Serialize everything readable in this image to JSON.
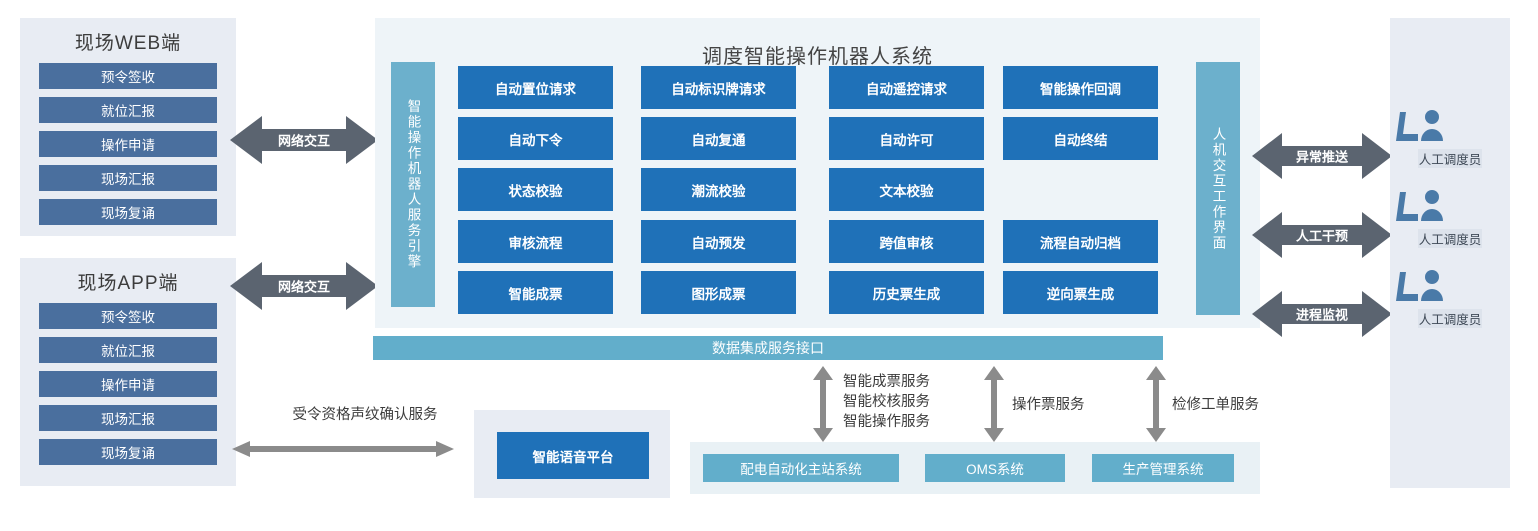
{
  "diagram": {
    "title": "调度智能操作机器人系统",
    "colors": {
      "card_blue": "#1f71b8",
      "sidebar_blue": "#4a6f9e",
      "teal": "#62aecb",
      "vbar_teal": "#6cb0cc",
      "panel_grey": "#e8ecf3",
      "sys_panel": "#eef4f8",
      "arrow_grey": "#5b6470",
      "thin_arrow_grey": "#8b8b8b",
      "person_blue": "#4a7aa8"
    }
  },
  "web_client": {
    "title": "现场WEB端",
    "items": [
      {
        "label": "预令签收"
      },
      {
        "label": "就位汇报"
      },
      {
        "label": "操作申请"
      },
      {
        "label": "现场汇报"
      },
      {
        "label": "现场复诵"
      }
    ]
  },
  "app_client": {
    "title": "现场APP端",
    "items": [
      {
        "label": "预令签收"
      },
      {
        "label": "就位汇报"
      },
      {
        "label": "操作申请"
      },
      {
        "label": "现场汇报"
      },
      {
        "label": "现场复诵"
      }
    ]
  },
  "network_arrows": [
    {
      "label": "网络交互"
    },
    {
      "label": "网络交互"
    }
  ],
  "engine_bar": {
    "label": "智能操作机器人服务引擎"
  },
  "hmi_bar": {
    "label": "人机交互工作界面"
  },
  "capability_grid": {
    "rows": [
      {
        "cells": [
          {
            "label": "自动置位请求"
          },
          {
            "label": "自动标识牌请求"
          },
          {
            "label": "自动遥控请求"
          },
          {
            "label": "智能操作回调"
          }
        ]
      },
      {
        "cells": [
          {
            "label": "自动下令"
          },
          {
            "label": "自动复通"
          },
          {
            "label": "自动许可"
          },
          {
            "label": "自动终结"
          }
        ]
      },
      {
        "cells": [
          {
            "label": "状态校验"
          },
          {
            "label": "潮流校验"
          },
          {
            "label": "文本校验"
          },
          {
            "label": ""
          }
        ]
      },
      {
        "cells": [
          {
            "label": "审核流程"
          },
          {
            "label": "自动预发"
          },
          {
            "label": "跨值审核"
          },
          {
            "label": "流程自动归档"
          }
        ]
      },
      {
        "cells": [
          {
            "label": "智能成票"
          },
          {
            "label": "图形成票"
          },
          {
            "label": "历史票生成"
          },
          {
            "label": "逆向票生成"
          }
        ]
      }
    ]
  },
  "operator_arrows": [
    {
      "label": "异常推送"
    },
    {
      "label": "人工干预"
    },
    {
      "label": "进程监视"
    }
  ],
  "operators": [
    {
      "label": "人工调度员"
    },
    {
      "label": "人工调度员"
    },
    {
      "label": "人工调度员"
    }
  ],
  "data_bus": {
    "label": "数据集成服务接口"
  },
  "service_labels": [
    {
      "lines": [
        "智能成票服务",
        "智能校核服务",
        "智能操作服务"
      ]
    },
    {
      "lines": [
        "操作票服务"
      ]
    },
    {
      "lines": [
        "检修工单服务"
      ]
    }
  ],
  "external_systems": [
    {
      "label": "配电自动化主站系统"
    },
    {
      "label": "OMS系统"
    },
    {
      "label": "生产管理系统"
    }
  ],
  "voice": {
    "service_label": "受令资格声纹确认服务",
    "platform_label": "智能语音平台"
  }
}
